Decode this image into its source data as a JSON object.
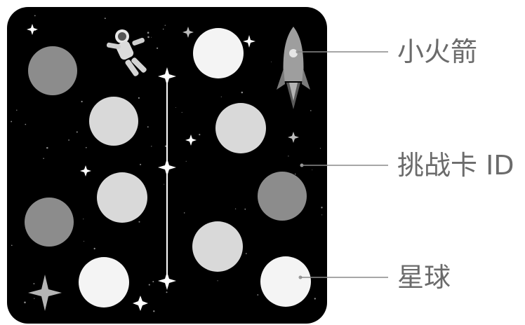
{
  "labels": {
    "rocket": "小火箭",
    "challenge_card_id": "挑战卡 ID",
    "planet": "星球"
  },
  "colors": {
    "card_background": "#000000",
    "planet_white": "#f4f4f4",
    "planet_light": "#d9d9d9",
    "planet_dark": "#8c8c8c",
    "callout": "#8a8a8a",
    "label": "#6b6b6b"
  },
  "planets": [
    {
      "shade": "dark"
    },
    {
      "shade": "white"
    },
    {
      "shade": "light"
    },
    {
      "shade": "light"
    },
    {
      "shade": "light"
    },
    {
      "shade": "dark"
    },
    {
      "shade": "dark"
    },
    {
      "shade": "light"
    },
    {
      "shade": "white"
    },
    {
      "shade": "white"
    }
  ],
  "icons": {
    "astronaut": "astronaut-icon",
    "rocket": "rocket-icon",
    "sparkle": "sparkle-icon",
    "rope": "ladder-rope-icon"
  }
}
